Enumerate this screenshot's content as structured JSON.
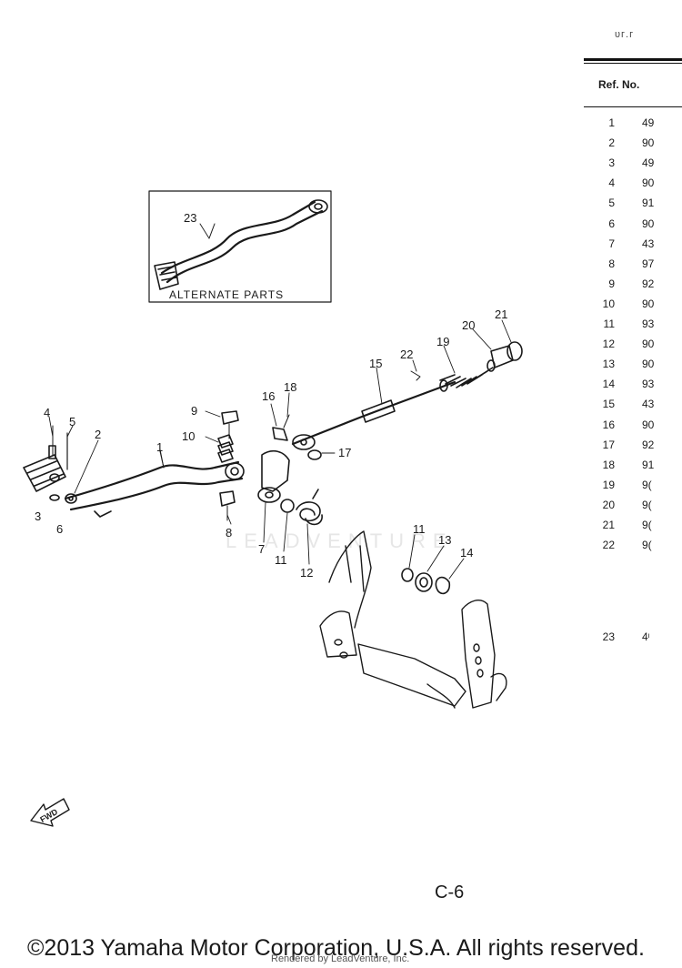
{
  "header": {
    "top_fragment": "ᴜᴦ.ᴦ",
    "ref_header": "Ref. No."
  },
  "parts_table": [
    {
      "ref": "1",
      "code": "49"
    },
    {
      "ref": "2",
      "code": "90"
    },
    {
      "ref": "3",
      "code": "49"
    },
    {
      "ref": "4",
      "code": "90"
    },
    {
      "ref": "5",
      "code": "91"
    },
    {
      "ref": "6",
      "code": "90"
    },
    {
      "ref": "7",
      "code": "43"
    },
    {
      "ref": "8",
      "code": "97"
    },
    {
      "ref": "9",
      "code": "92"
    },
    {
      "ref": "10",
      "code": "90"
    },
    {
      "ref": "11",
      "code": "93"
    },
    {
      "ref": "12",
      "code": "90"
    },
    {
      "ref": "13",
      "code": "90"
    },
    {
      "ref": "14",
      "code": "93"
    },
    {
      "ref": "15",
      "code": "43"
    },
    {
      "ref": "16",
      "code": "90"
    },
    {
      "ref": "17",
      "code": "92"
    },
    {
      "ref": "18",
      "code": "91"
    },
    {
      "ref": "19",
      "code": "9("
    },
    {
      "ref": "20",
      "code": "9("
    },
    {
      "ref": "21",
      "code": "9("
    },
    {
      "ref": "22",
      "code": "9("
    },
    {
      "ref": "23",
      "code": "4ᶦ"
    }
  ],
  "diagram": {
    "alternate_label": "ALTERNATE PARTS",
    "callouts": [
      "23",
      "1",
      "2",
      "3",
      "4",
      "5",
      "6",
      "7",
      "8",
      "9",
      "10",
      "11",
      "11",
      "12",
      "13",
      "14",
      "15",
      "16",
      "17",
      "18",
      "19",
      "20",
      "21",
      "22"
    ],
    "fwd_label": "FWD",
    "watermark": "LEADVENTURE"
  },
  "footer": {
    "page_id": "C-6",
    "copyright": "©2013 Yamaha Motor Corporation, U.S.A. All rights reserved.",
    "rendered_by": "Rendered by LeadVenture, Inc."
  }
}
